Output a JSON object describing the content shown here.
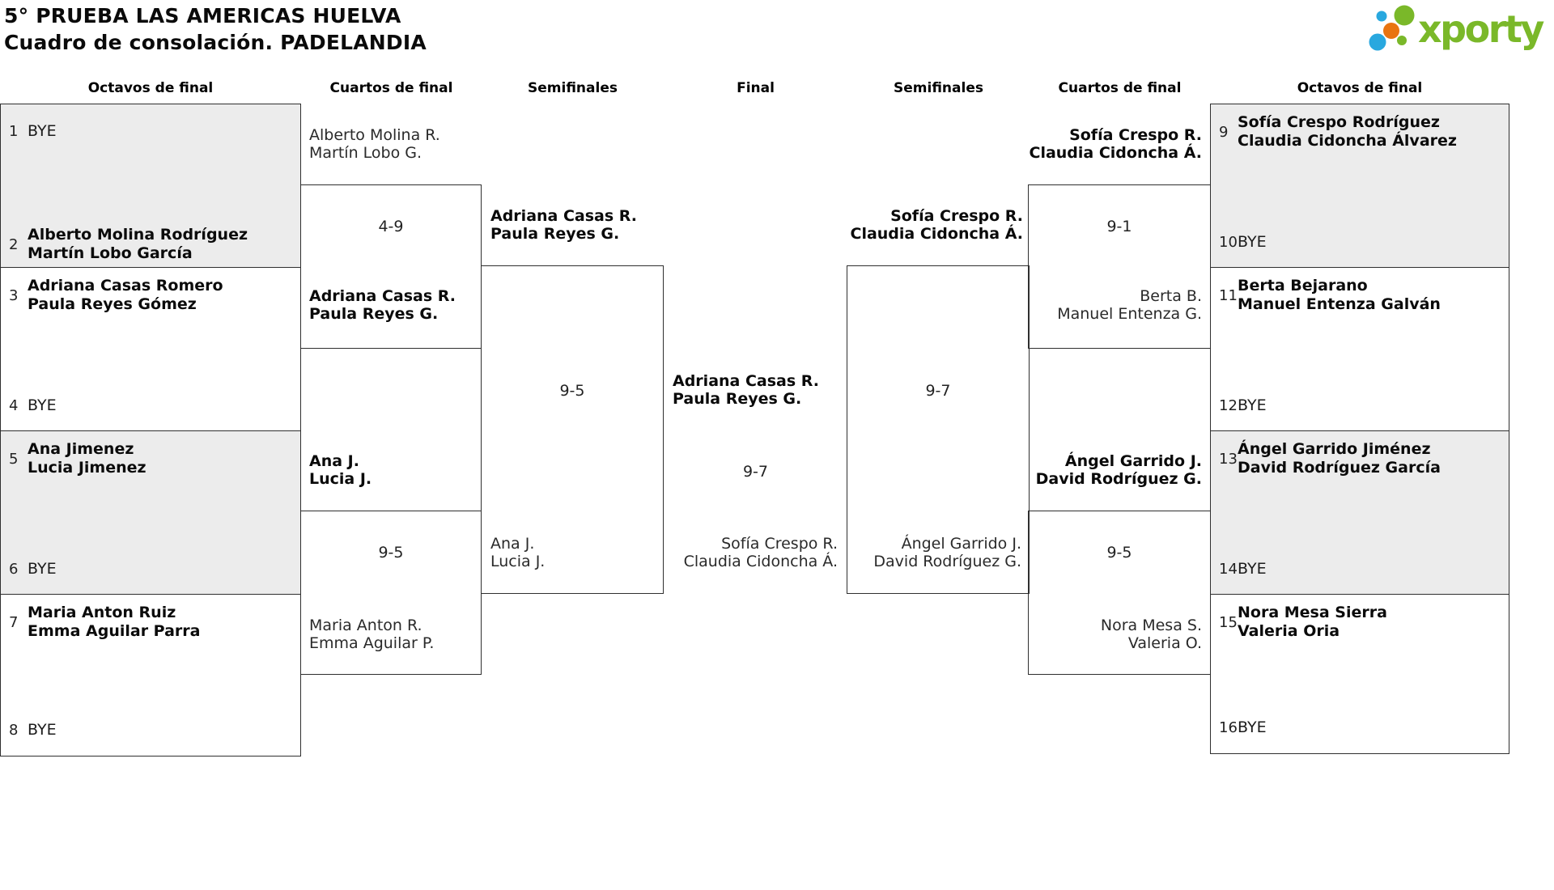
{
  "title": {
    "line1": "5° PRUEBA LAS AMERICAS HUELVA",
    "line2": "Cuadro de consolación. PADELANDIA"
  },
  "logo": {
    "text": "xporty",
    "green": "#7ab829",
    "blue": "#29a8df",
    "orange": "#e97410"
  },
  "headers": {
    "left_r16": "Octavos de final",
    "left_qf": "Cuartos de final",
    "left_sf": "Semifinales",
    "final": "Final",
    "right_sf": "Semifinales",
    "right_qf": "Cuartos de final",
    "right_r16": "Octavos de final"
  },
  "left_r16": {
    "m1": {
      "top": {
        "seed": "1",
        "line1": "BYE"
      },
      "bottom": {
        "seed": "2",
        "line1": "Alberto Molina Rodríguez",
        "line2": "Martín Lobo García"
      }
    },
    "m2": {
      "top": {
        "seed": "3",
        "line1": "Adriana Casas Romero",
        "line2": "Paula Reyes Gómez"
      },
      "bottom": {
        "seed": "4",
        "line1": "BYE"
      }
    },
    "m3": {
      "top": {
        "seed": "5",
        "line1": "Ana Jimenez",
        "line2": "Lucia Jimenez"
      },
      "bottom": {
        "seed": "6",
        "line1": "BYE"
      }
    },
    "m4": {
      "top": {
        "seed": "7",
        "line1": "Maria Anton Ruiz",
        "line2": "Emma Aguilar Parra"
      },
      "bottom": {
        "seed": "8",
        "line1": "BYE"
      }
    }
  },
  "right_r16": {
    "m1": {
      "top": {
        "seed": "9",
        "line1": "Sofía Crespo Rodríguez",
        "line2": "Claudia Cidoncha Álvarez"
      },
      "bottom": {
        "seed": "10",
        "line1": "BYE"
      }
    },
    "m2": {
      "top": {
        "seed": "11",
        "line1": "Berta Bejarano",
        "line2": "Manuel Entenza Galván"
      },
      "bottom": {
        "seed": "12",
        "line1": "BYE"
      }
    },
    "m3": {
      "top": {
        "seed": "13",
        "line1": "Ángel Garrido Jiménez",
        "line2": "David Rodríguez García"
      },
      "bottom": {
        "seed": "14",
        "line1": "BYE"
      }
    },
    "m4": {
      "top": {
        "seed": "15",
        "line1": "Nora Mesa Sierra",
        "line2": "Valeria Oria"
      },
      "bottom": {
        "seed": "16",
        "line1": "BYE"
      }
    }
  },
  "left_qf": {
    "m1": {
      "top1": "Alberto Molina R.",
      "top2": "Martín Lobo G.",
      "score": "4-9",
      "bot1": "Adriana Casas R.",
      "bot2": "Paula Reyes G."
    },
    "m2": {
      "top1": "Ana J.",
      "top2": "Lucia J.",
      "score": "9-5",
      "bot1": "Maria Anton R.",
      "bot2": "Emma Aguilar P."
    }
  },
  "right_qf": {
    "m1": {
      "top1": "Sofía Crespo R.",
      "top2": "Claudia Cidoncha Á.",
      "score": "9-1",
      "bot1": "Berta B.",
      "bot2": "Manuel Entenza G."
    },
    "m2": {
      "top1": "Ángel Garrido J.",
      "top2": "David Rodríguez G.",
      "score": "9-5",
      "bot1": "Nora Mesa S.",
      "bot2": "Valeria O."
    }
  },
  "left_sf": {
    "top1": "Adriana Casas R.",
    "top2": "Paula Reyes G.",
    "score": "9-5",
    "bot1": "Ana J.",
    "bot2": "Lucia J."
  },
  "right_sf": {
    "top1": "Sofía Crespo R.",
    "top2": "Claudia Cidoncha Á.",
    "score": "9-7",
    "bot1": "Ángel Garrido J.",
    "bot2": "David Rodríguez G."
  },
  "final": {
    "win1": "Adriana Casas R.",
    "win2": "Paula Reyes G.",
    "score": "9-7",
    "run1": "Sofía Crespo R.",
    "run2": "Claudia Cidoncha Á."
  }
}
